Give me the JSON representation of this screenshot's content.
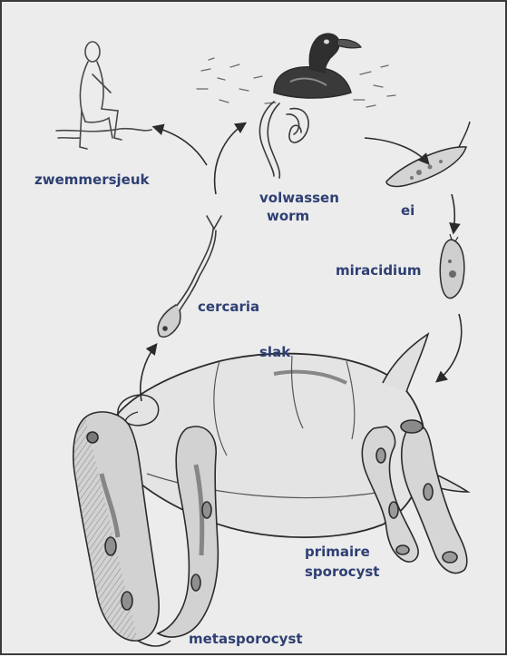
{
  "labels": {
    "swimmers_itch": "zwemmersjeuk",
    "adult_worm_line1": "volwassen",
    "adult_worm_line2": "worm",
    "egg": "ei",
    "miracidium": "miracidium",
    "cercaria": "cercaria",
    "snail": "slak",
    "primary_sporocyst_line1": "primaire",
    "primary_sporocyst_line2": "sporocyst",
    "metasporocyst": "metasporocyst"
  },
  "colors": {
    "label_text": "#2e3f73",
    "background": "#ececec",
    "ink": "#2b2b2b",
    "frame": "#3a3a3a"
  },
  "icons": {
    "human": "human-bather-icon",
    "duck": "duck-icon",
    "snail": "snail-icon",
    "worm": "adult-worm-icon",
    "egg": "egg-icon",
    "miracidium": "miracidium-icon",
    "cercaria": "cercaria-icon"
  }
}
